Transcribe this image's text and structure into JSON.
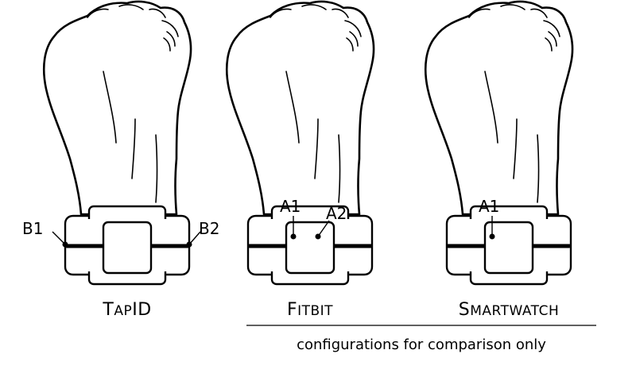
{
  "panels": [
    {
      "id": "tapid",
      "caption_initial": "T",
      "caption_rest": "AP",
      "caption_tail": "ID",
      "markers": [
        {
          "label": "B1"
        },
        {
          "label": "B2"
        }
      ]
    },
    {
      "id": "fitbit",
      "caption_initial": "F",
      "caption_rest": "ITBIT",
      "caption_tail": "",
      "markers": [
        {
          "label": "A1"
        },
        {
          "label": "A2"
        }
      ]
    },
    {
      "id": "smartwatch",
      "caption_initial": "S",
      "caption_rest": "MARTWATCH",
      "caption_tail": "",
      "markers": [
        {
          "label": "A1"
        }
      ]
    }
  ],
  "footnote": "configurations for comparison only"
}
